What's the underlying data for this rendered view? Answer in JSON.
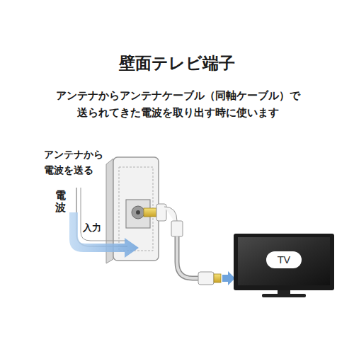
{
  "diagram": {
    "title": "壁面テレビ端子",
    "nodes": [
      {
        "text": [
          "TV"
        ]
      }
    ],
    "labels": [
      "アンテナからアンテナケーブル（同軸ケーブル）で 送られてきた電波を取り出す時に使います",
      "アンテナから 電波を送る",
      "電波",
      "入力"
    ]
  }
}
